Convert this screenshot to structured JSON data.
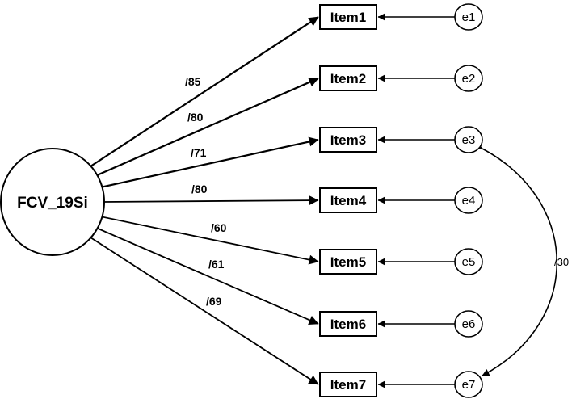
{
  "factor": {
    "label": "FCV_19Si"
  },
  "items": [
    {
      "label": "Item1",
      "error": "e1",
      "loading": "/85"
    },
    {
      "label": "Item2",
      "error": "e2",
      "loading": "/80"
    },
    {
      "label": "Item3",
      "error": "e3",
      "loading": "/71"
    },
    {
      "label": "Item4",
      "error": "e4",
      "loading": "/80"
    },
    {
      "label": "Item5",
      "error": "e5",
      "loading": "/60"
    },
    {
      "label": "Item6",
      "error": "e6",
      "loading": "/61"
    },
    {
      "label": "Item7",
      "error": "e7",
      "loading": "/69"
    }
  ],
  "covariance": {
    "from": "e3",
    "to": "e7",
    "label": "/30"
  }
}
